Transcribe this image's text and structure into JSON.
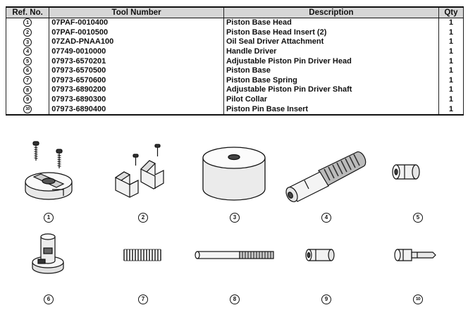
{
  "headers": {
    "ref": "Ref. No.",
    "tool": "Tool Number",
    "desc": "Description",
    "qty": "Qty"
  },
  "rows": [
    {
      "ref": "1",
      "tool": "07PAF-0010400",
      "desc": "Piston Base Head",
      "qty": "1"
    },
    {
      "ref": "2",
      "tool": "07PAF-0010500",
      "desc": "Piston Base Head Insert (2)",
      "qty": "1"
    },
    {
      "ref": "3",
      "tool": "07ZAD-PNAA100",
      "desc": "Oil Seal Driver Attachment",
      "qty": "1"
    },
    {
      "ref": "4",
      "tool": "07749-0010000",
      "desc": "Handle Driver",
      "qty": "1"
    },
    {
      "ref": "5",
      "tool": "07973-6570201",
      "desc": "Adjustable Piston Pin Driver Head",
      "qty": "1"
    },
    {
      "ref": "6",
      "tool": "07973-6570500",
      "desc": "Piston Base",
      "qty": "1"
    },
    {
      "ref": "7",
      "tool": "07973-6570600",
      "desc": "Piston Base Spring",
      "qty": "1"
    },
    {
      "ref": "8",
      "tool": "07973-6890200",
      "desc": "Adjustable Piston Pin Driver Shaft",
      "qty": "1"
    },
    {
      "ref": "9",
      "tool": "07973-6890300",
      "desc": "Pilot Collar",
      "qty": "1"
    },
    {
      "ref": "10",
      "tool": "07973-6890400",
      "desc": "Piston Pin Base Insert",
      "qty": "1"
    }
  ],
  "captions": [
    "1",
    "2",
    "3",
    "4",
    "5",
    "6",
    "7",
    "8",
    "9",
    "10"
  ]
}
